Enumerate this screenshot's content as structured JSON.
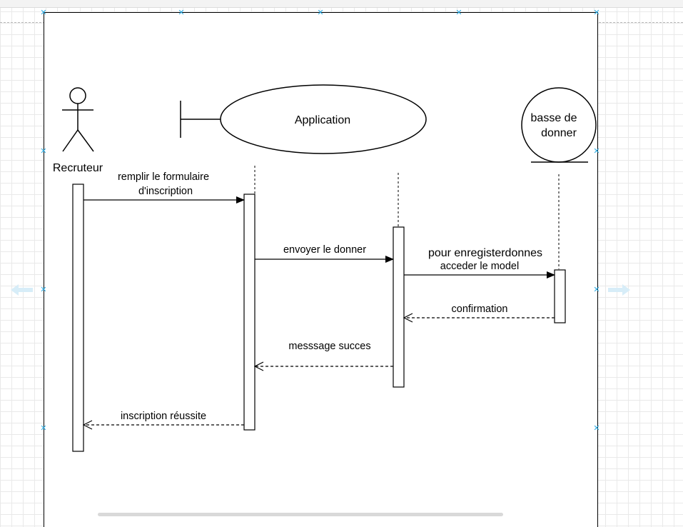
{
  "participants": {
    "actor": "Recruteur",
    "boundary": "Application",
    "entity_line1": "basse de",
    "entity_line2": "donner"
  },
  "messages": {
    "m1_line1": "remplir le formulaire",
    "m1_line2": "d'inscription",
    "m2": "envoyer le donner",
    "m3_line1": "pour enregisterdonnes",
    "m3_line2": "acceder le model",
    "m4": "confirmation",
    "m5": "messsage succes",
    "m6": "inscription réussite"
  },
  "colors": {
    "selection_handle": "#29a9e1",
    "line": "#000000",
    "grid": "#e9e9e9"
  },
  "icons": {
    "handle": "x-handle-icon",
    "hint_left": "arrow-left-icon",
    "hint_right": "arrow-right-icon"
  }
}
